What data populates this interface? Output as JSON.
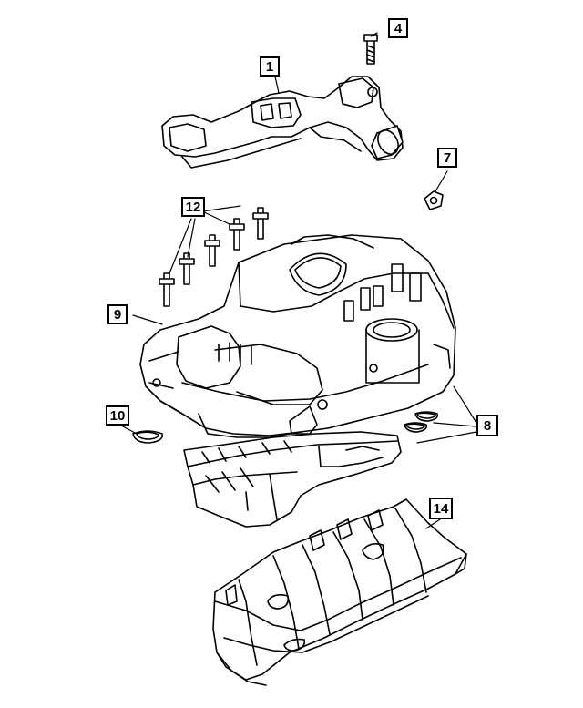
{
  "diagram": {
    "callouts": [
      {
        "id": "c1",
        "label": "1"
      },
      {
        "id": "c4",
        "label": "4"
      },
      {
        "id": "c7",
        "label": "7"
      },
      {
        "id": "c12",
        "label": "12"
      },
      {
        "id": "c9",
        "label": "9"
      },
      {
        "id": "c8",
        "label": "8"
      },
      {
        "id": "c10",
        "label": "10"
      },
      {
        "id": "c14",
        "label": "14"
      }
    ],
    "line_color": "#000000",
    "background": "#ffffff"
  }
}
